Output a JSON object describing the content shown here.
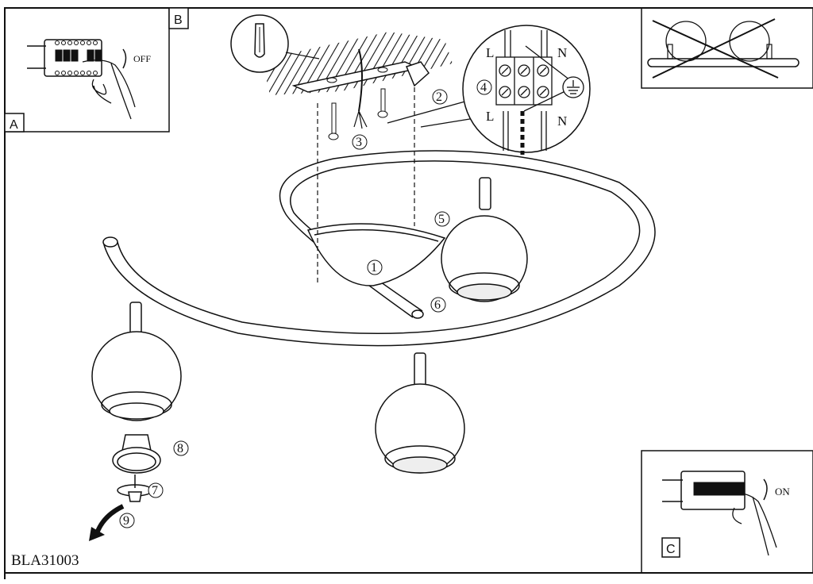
{
  "document": {
    "model_code": "BLA31003",
    "panels": {
      "A": {
        "letter": "A",
        "switch_label": "OFF"
      },
      "B": {
        "letter": "B"
      },
      "C": {
        "letter": "C",
        "switch_label": "ON"
      }
    },
    "wiring": {
      "top_left": "L",
      "top_right": "N",
      "bottom_left": "L",
      "bottom_right": "N",
      "step": "4",
      "earth_symbol": "earth-ground"
    },
    "steps": [
      "1",
      "2",
      "3",
      "4",
      "5",
      "6",
      "7",
      "8",
      "9"
    ],
    "warning_panel": "do-not-rotate-spots-together"
  }
}
